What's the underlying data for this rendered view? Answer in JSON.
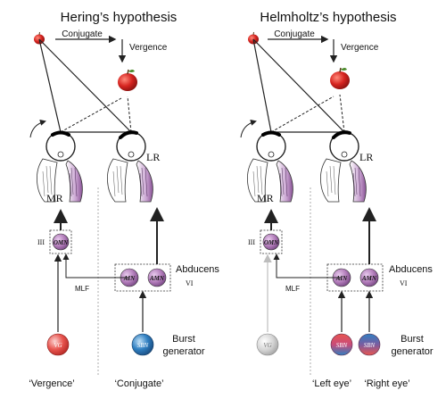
{
  "panels": [
    {
      "title": "Hering’s hypothesis",
      "labels": {
        "conjugate": "Conjugate",
        "vergence": "Vergence",
        "mr": "MR",
        "lr": "LR",
        "iii": "III",
        "omn": "OMN",
        "abducens": "Abducens",
        "vi": "VI",
        "ain": "AIN",
        "amn": "AMN",
        "mlf": "MLF",
        "burst": "Burst",
        "generator": "generator",
        "left_neuron": "VG",
        "right_neuron": "SBN",
        "bottom_left": "‘Vergence’",
        "bottom_right": "‘Conjugate’"
      }
    },
    {
      "title": "Helmholtz’s hypothesis",
      "labels": {
        "conjugate": "Conjugate",
        "vergence": "Vergence",
        "mr": "MR",
        "lr": "LR",
        "iii": "III",
        "omn": "OMN",
        "abducens": "Abducens",
        "vi": "VI",
        "ain": "AIN",
        "amn": "AMN",
        "mlf": "MLF",
        "burst": "Burst",
        "generator": "generator",
        "left_neuron": "VG",
        "right_neuron_a": "SBN",
        "right_neuron_b": "SBN",
        "bottom_left": "‘Left eye’",
        "bottom_right": "‘Right eye’"
      }
    }
  ],
  "colors": {
    "neuron_purple": "#b07ab8",
    "neuron_red": "#e8554f",
    "neuron_blue": "#2f7fc1",
    "neuron_gray": "#d0d0d0",
    "apple_red": "#d62420"
  }
}
